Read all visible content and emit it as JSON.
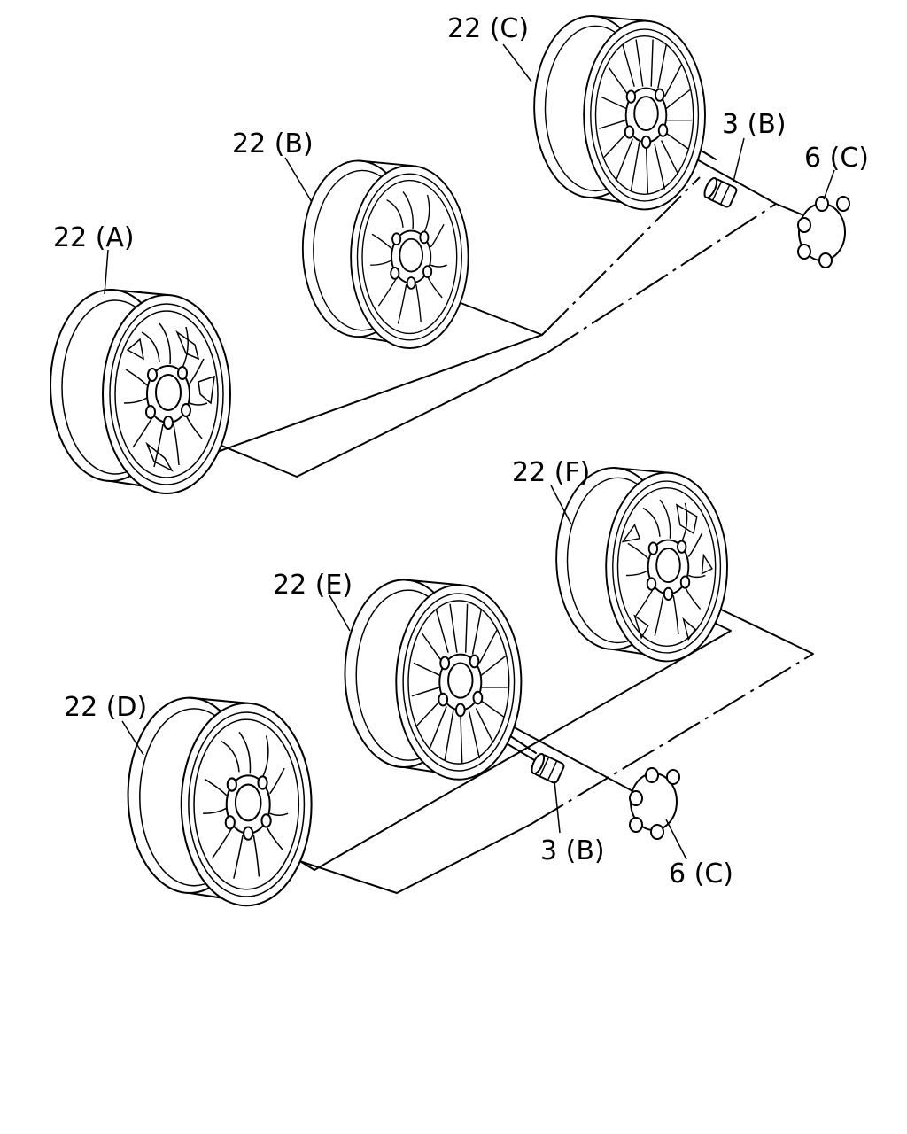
{
  "callouts": {
    "wheel_a": "22 (A)",
    "wheel_b": "22 (B)",
    "wheel_c": "22 (C)",
    "wheel_d": "22 (D)",
    "wheel_e": "22 (E)",
    "wheel_f": "22 (F)",
    "nut_upper": "3 (B)",
    "nut_lower": "3 (B)",
    "cap_upper": "6 (C)",
    "cap_lower": "6 (C)"
  },
  "icons": [
    "wheel-icon",
    "lug-nut-icon",
    "center-cap-icon"
  ]
}
